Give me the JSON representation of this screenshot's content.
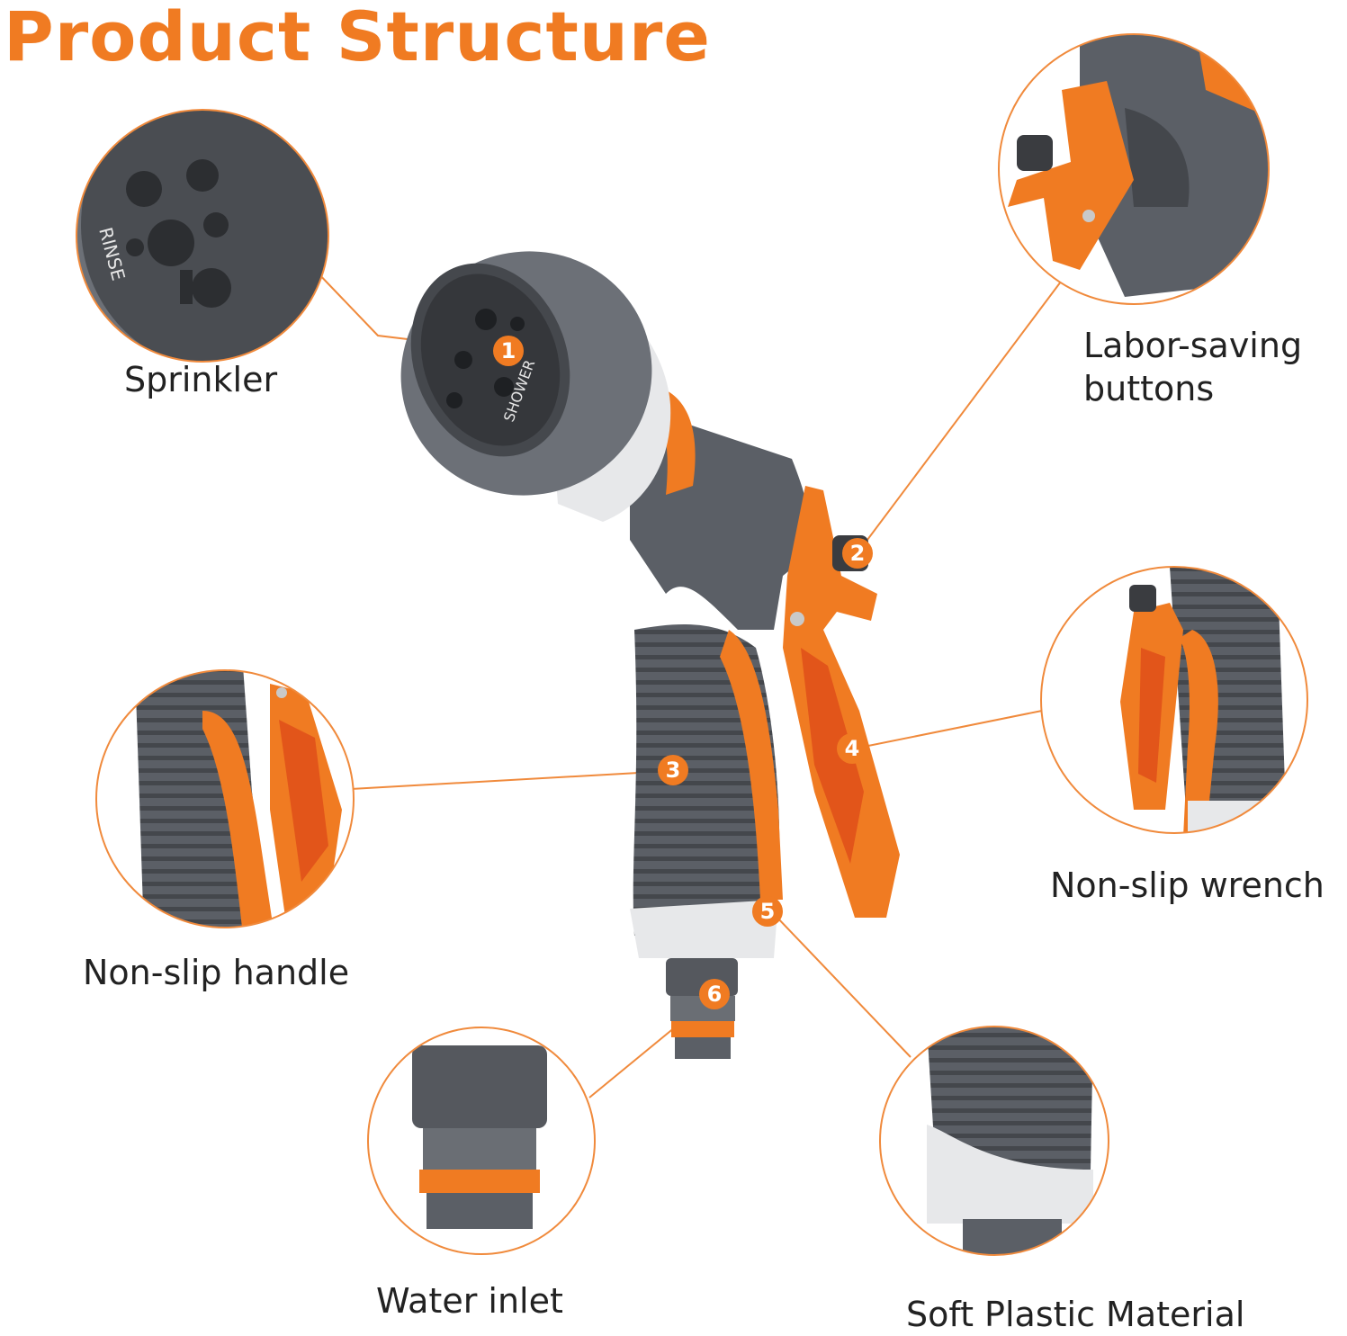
{
  "title": "Product Structure",
  "colors": {
    "accent": "#f07b22",
    "gray": "#5b5f66",
    "dark": "#3c3f44",
    "light": "#e7e8ea"
  },
  "nozzle_text": [
    "RINSE",
    "SHOWER"
  ],
  "features": [
    {
      "number": "1",
      "label": "Sprinkler"
    },
    {
      "number": "2",
      "label_lines": [
        "Labor-saving",
        "buttons"
      ]
    },
    {
      "number": "3",
      "label": "Non-slip handle"
    },
    {
      "number": "4",
      "label": "Non-slip wrench"
    },
    {
      "number": "5",
      "label": "Soft Plastic Material"
    },
    {
      "number": "6",
      "label": "Water inlet"
    }
  ]
}
